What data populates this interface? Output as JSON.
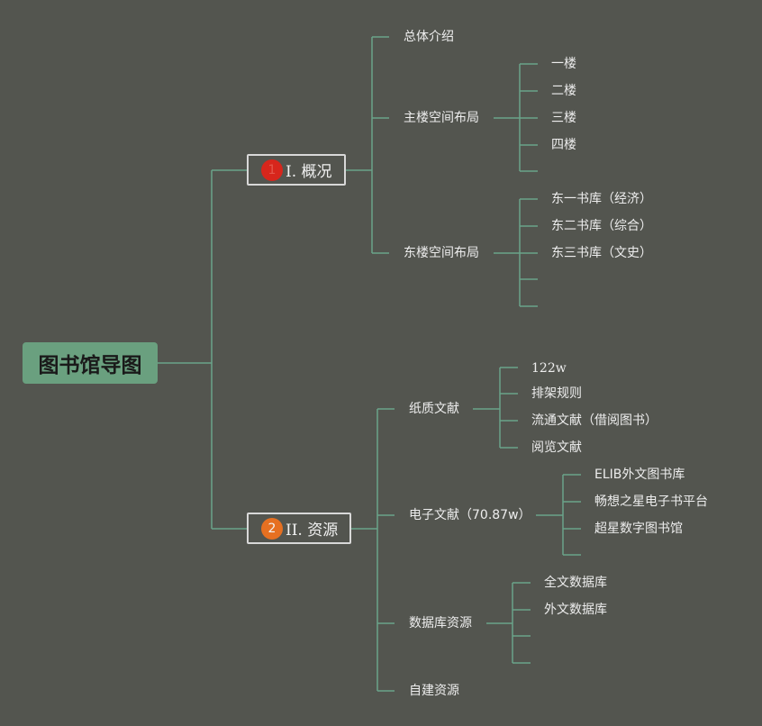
{
  "root": {
    "label": "图书馆导图"
  },
  "colors": {
    "line": "#6aa38a",
    "root_bg": "#6aa07f",
    "badge1": "#d7261c",
    "badge2": "#e67021",
    "background": "#53554f"
  },
  "sections": [
    {
      "badge": "1",
      "label": "I. 概况",
      "children": [
        {
          "label": "总体介绍"
        },
        {
          "label": "主楼空间布局",
          "children": [
            "一楼",
            "二楼",
            "三楼",
            "四楼",
            ""
          ]
        },
        {
          "label": "东楼空间布局",
          "children": [
            "东一书库（经济）",
            "东二书库（综合）",
            "东三书库（文史）",
            "",
            ""
          ]
        }
      ]
    },
    {
      "badge": "2",
      "label": "II. 资源",
      "children": [
        {
          "label": "纸质文献",
          "children": [
            "122w",
            "排架规则",
            "流通文献（借阅图书）",
            "阅览文献"
          ]
        },
        {
          "label": "电子文献（70.87w）",
          "children": [
            "ELIB外文图书库",
            "畅想之星电子书平台",
            "超星数字图书馆",
            ""
          ]
        },
        {
          "label": "数据库资源",
          "children": [
            "全文数据库",
            "外文数据库",
            "",
            ""
          ]
        },
        {
          "label": "自建资源"
        }
      ]
    }
  ]
}
